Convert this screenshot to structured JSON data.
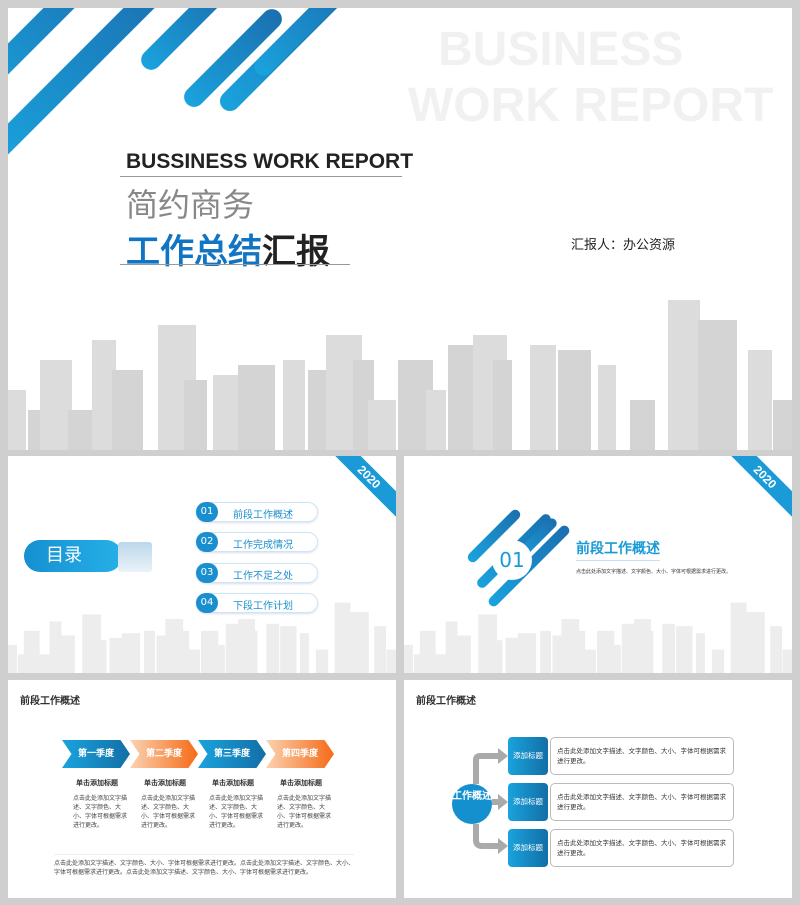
{
  "colors": {
    "primary": "#1a9bd7",
    "dark_blue": "#1275c4",
    "orange": "#f56a17",
    "skyline": "#d8d8d8"
  },
  "cover": {
    "title_en": "BUSSINESS WORK REPORT",
    "watermark_line1": "BUSINESS",
    "watermark_line2": "WORK REPORT",
    "subtitle": "简约商务",
    "title_blue": "工作总结",
    "title_black": "汇报",
    "reporter": "汇报人：办公资源"
  },
  "toc": {
    "heading": "目录",
    "items": [
      {
        "num": "01",
        "label": "前段工作概述"
      },
      {
        "num": "02",
        "label": "工作完成情况"
      },
      {
        "num": "03",
        "label": "工作不足之处"
      },
      {
        "num": "04",
        "label": "下段工作计划"
      }
    ],
    "ribbon": "2020"
  },
  "section": {
    "ribbon": "2020",
    "num": "01",
    "title": "前段工作概述",
    "desc": "点击此处添加文字描述、文字颜色、大小、字体可根据需求进行更改。"
  },
  "quarters": {
    "heading": "前段工作概述",
    "items": [
      {
        "label": "第一季度",
        "title": "单击添加标题",
        "desc": "点击此处添加文字描述、文字颜色、大小、字体可根据需求进行更改。"
      },
      {
        "label": "第二季度",
        "title": "单击添加标题",
        "desc": "点击此处添加文字描述、文字颜色、大小、字体可根据需求进行更改。"
      },
      {
        "label": "第三季度",
        "title": "单击添加标题",
        "desc": "点击此处添加文字描述、文字颜色、大小、字体可根据需求进行更改。"
      },
      {
        "label": "第四季度",
        "title": "单击添加标题",
        "desc": "点击此处添加文字描述、文字颜色、大小、字体可根据需求进行更改。"
      }
    ],
    "footer": "点击此处添加文字描述、文字颜色、大小、字体可根据需求进行更改。点击此处添加文字描述、文字颜色、大小、字体可根据需求进行更改。点击此处添加文字描述、文字颜色、大小、字体可根据需求进行更改。"
  },
  "overview": {
    "heading": "前段工作概述",
    "hub": "工作概述",
    "items": [
      {
        "tag": "添加标题",
        "desc": "点击此处添加文字描述、文字颜色、大小、字体可根据需求进行更改。"
      },
      {
        "tag": "添加标题",
        "desc": "点击此处添加文字描述、文字颜色、大小、字体可根据需求进行更改。"
      },
      {
        "tag": "添加标题",
        "desc": "点击此处添加文字描述、文字颜色、大小、字体可根据需求进行更改。"
      }
    ]
  }
}
